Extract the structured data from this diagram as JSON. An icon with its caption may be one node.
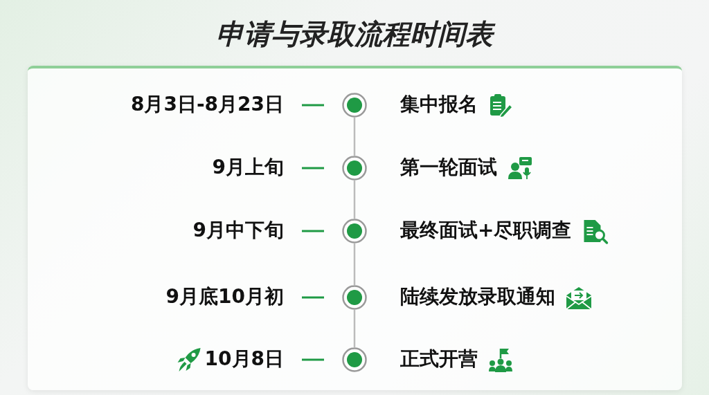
{
  "diagram": {
    "title": "申请与录取流程时间表",
    "nodes": [
      {
        "text": [],
        "shape": "circle",
        "beside": [
          "8月3日-8月23日",
          "集中报名"
        ]
      },
      {
        "text": [],
        "shape": "circle",
        "beside": [
          "9月上旬",
          "第一轮面试"
        ]
      },
      {
        "text": [],
        "shape": "circle",
        "beside": [
          "9月中下旬",
          "最终面试+尽职调查"
        ]
      },
      {
        "text": [],
        "shape": "circle",
        "beside": [
          "9月底10月初",
          "陆续发放录取通知"
        ]
      },
      {
        "text": [],
        "shape": "circle",
        "beside": [
          "10月8日",
          "正式开营"
        ]
      }
    ],
    "edges": [
      {
        "from": 0,
        "to": 1,
        "arrow": "none"
      },
      {
        "from": 1,
        "to": 2,
        "arrow": "none"
      },
      {
        "from": 2,
        "to": 3,
        "arrow": "none"
      },
      {
        "from": 3,
        "to": 4,
        "arrow": "none"
      }
    ]
  }
}
